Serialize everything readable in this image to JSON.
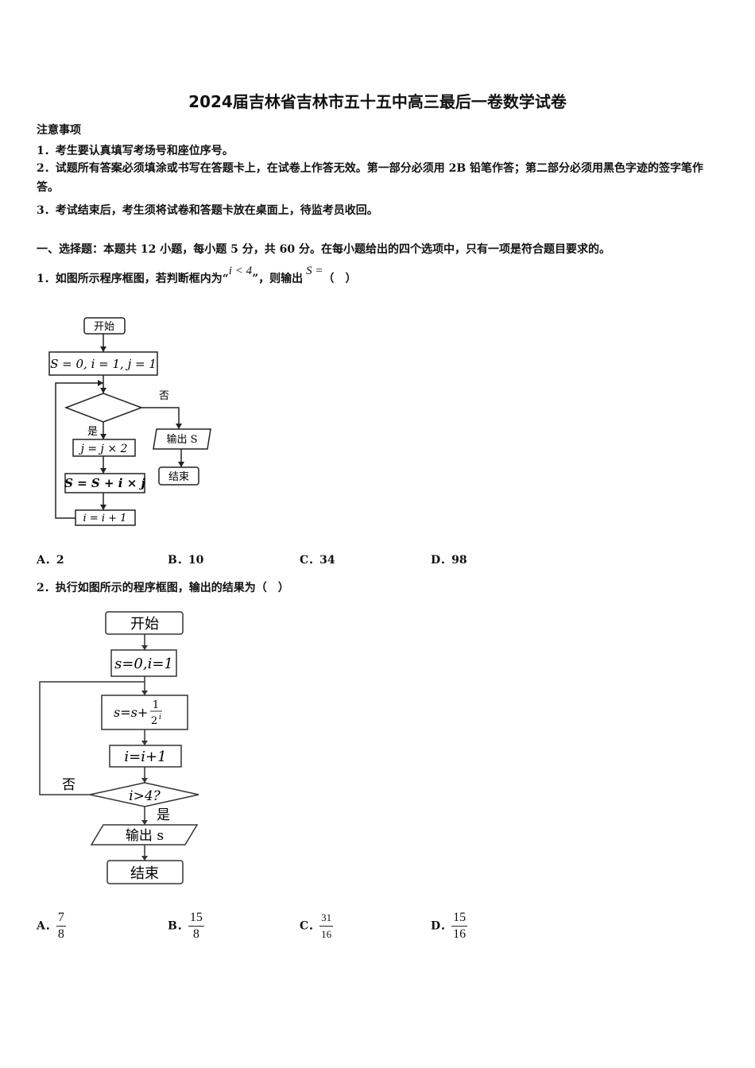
{
  "title": "2024届吉林省吉林市五十五中高三最后一卷数学试卷",
  "notice": {
    "heading": "注意事项",
    "items": [
      "1．考生要认真填写考场号和座位序号。",
      "2．试题所有答案必须填涂或书写在答题卡上，在试卷上作答无效。第一部分必须用 2B 铅笔作答；第二部分必须用黑色字迹的签字笔作答。",
      "3．考试结束后，考生须将试卷和答题卡放在桌面上，待监考员收回。"
    ]
  },
  "section1": "一、选择题：本题共 12 小题，每小题 5 分，共 60 分。在每小题给出的四个选项中，只有一项是符合题目要求的。",
  "q1": {
    "stem_a": "1．如图所示程序框图，若判断框内为“",
    "cond": "i < 4",
    "stem_b": "”，则输出",
    "out": "S =",
    "stem_c": "（　）",
    "flow": {
      "start": "开始",
      "init": "S = 0, i = 1, j = 1",
      "no": "否",
      "yes": "是",
      "step1": "j = j × 2",
      "step2": "S = S + i × j",
      "step3": "i = i + 1",
      "output": "输出 S",
      "end": "结束"
    },
    "options": [
      {
        "label": "A．",
        "value": "2"
      },
      {
        "label": "B．",
        "value": "10"
      },
      {
        "label": "C．",
        "value": "34"
      },
      {
        "label": "D．",
        "value": "98"
      }
    ]
  },
  "q2": {
    "stem": "2．执行如图所示的程序框图，输出的结果为（　）",
    "flow": {
      "start": "开始",
      "init": "s=0,i=1",
      "step1_lhs": "s=s+",
      "step1_num": "1",
      "step1_den": "2",
      "step1_exp": "i",
      "step2": "i=i+1",
      "cond": "i>4?",
      "no": "否",
      "yes": "是",
      "output": "输出 s",
      "end": "结束"
    },
    "options": [
      {
        "label": "A．",
        "num": "7",
        "den": "8"
      },
      {
        "label": "B．",
        "num": "15",
        "den": "8"
      },
      {
        "label": "C．",
        "num": "31",
        "den": "16"
      },
      {
        "label": "D．",
        "num": "15",
        "den": "16"
      }
    ]
  }
}
